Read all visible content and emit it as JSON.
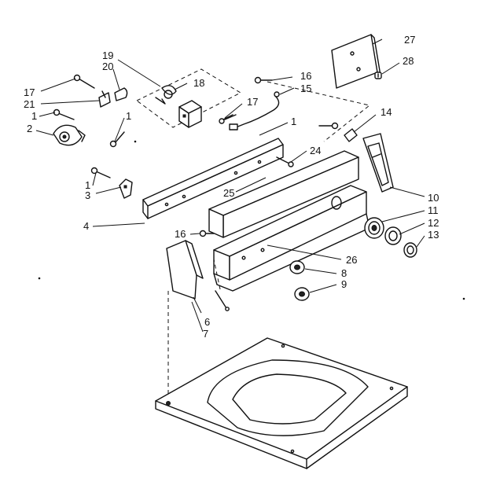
{
  "diagram": {
    "callouts": [
      {
        "id": "c27",
        "text": "27"
      },
      {
        "id": "c28",
        "text": "28"
      },
      {
        "id": "c19",
        "text": "19"
      },
      {
        "id": "c20",
        "text": "20"
      },
      {
        "id": "c18",
        "text": "18"
      },
      {
        "id": "c16a",
        "text": "16"
      },
      {
        "id": "c15",
        "text": "15"
      },
      {
        "id": "c17a",
        "text": "17"
      },
      {
        "id": "c21",
        "text": "21"
      },
      {
        "id": "c17b",
        "text": "17"
      },
      {
        "id": "c1a",
        "text": "1"
      },
      {
        "id": "c2",
        "text": "2"
      },
      {
        "id": "c1b",
        "text": "1"
      },
      {
        "id": "c1c",
        "text": "1"
      },
      {
        "id": "c14",
        "text": "14"
      },
      {
        "id": "c24",
        "text": "24"
      },
      {
        "id": "c1d",
        "text": "1"
      },
      {
        "id": "c3",
        "text": "3"
      },
      {
        "id": "c4",
        "text": "4"
      },
      {
        "id": "c25",
        "text": "25"
      },
      {
        "id": "c10",
        "text": "10"
      },
      {
        "id": "c11",
        "text": "11"
      },
      {
        "id": "c12",
        "text": "12"
      },
      {
        "id": "c13",
        "text": "13"
      },
      {
        "id": "c16b",
        "text": "16"
      },
      {
        "id": "c26",
        "text": "26"
      },
      {
        "id": "c8",
        "text": "8"
      },
      {
        "id": "c9",
        "text": "9"
      },
      {
        "id": "c6",
        "text": "6"
      },
      {
        "id": "c7",
        "text": "7"
      }
    ]
  }
}
